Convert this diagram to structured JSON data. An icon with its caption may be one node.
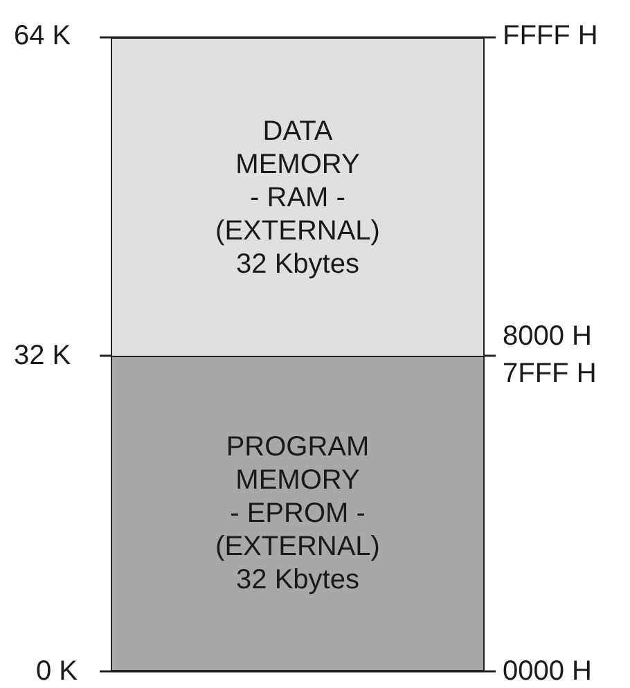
{
  "diagram": {
    "nodes": [
      {
        "text": [
          "DATA MEMORY",
          "- RAM -",
          "(EXTERNAL)",
          "32 Kbytes"
        ]
      },
      {
        "text": [
          "PROGRAM MEMORY",
          "- EPROM -",
          "(EXTERNAL)",
          "32 Kbytes"
        ]
      }
    ],
    "edges": [],
    "labels": [
      "64 K",
      "FFFF H",
      "32 K",
      "8000 H",
      "7FFF H",
      "0 K",
      "0000 H"
    ]
  }
}
